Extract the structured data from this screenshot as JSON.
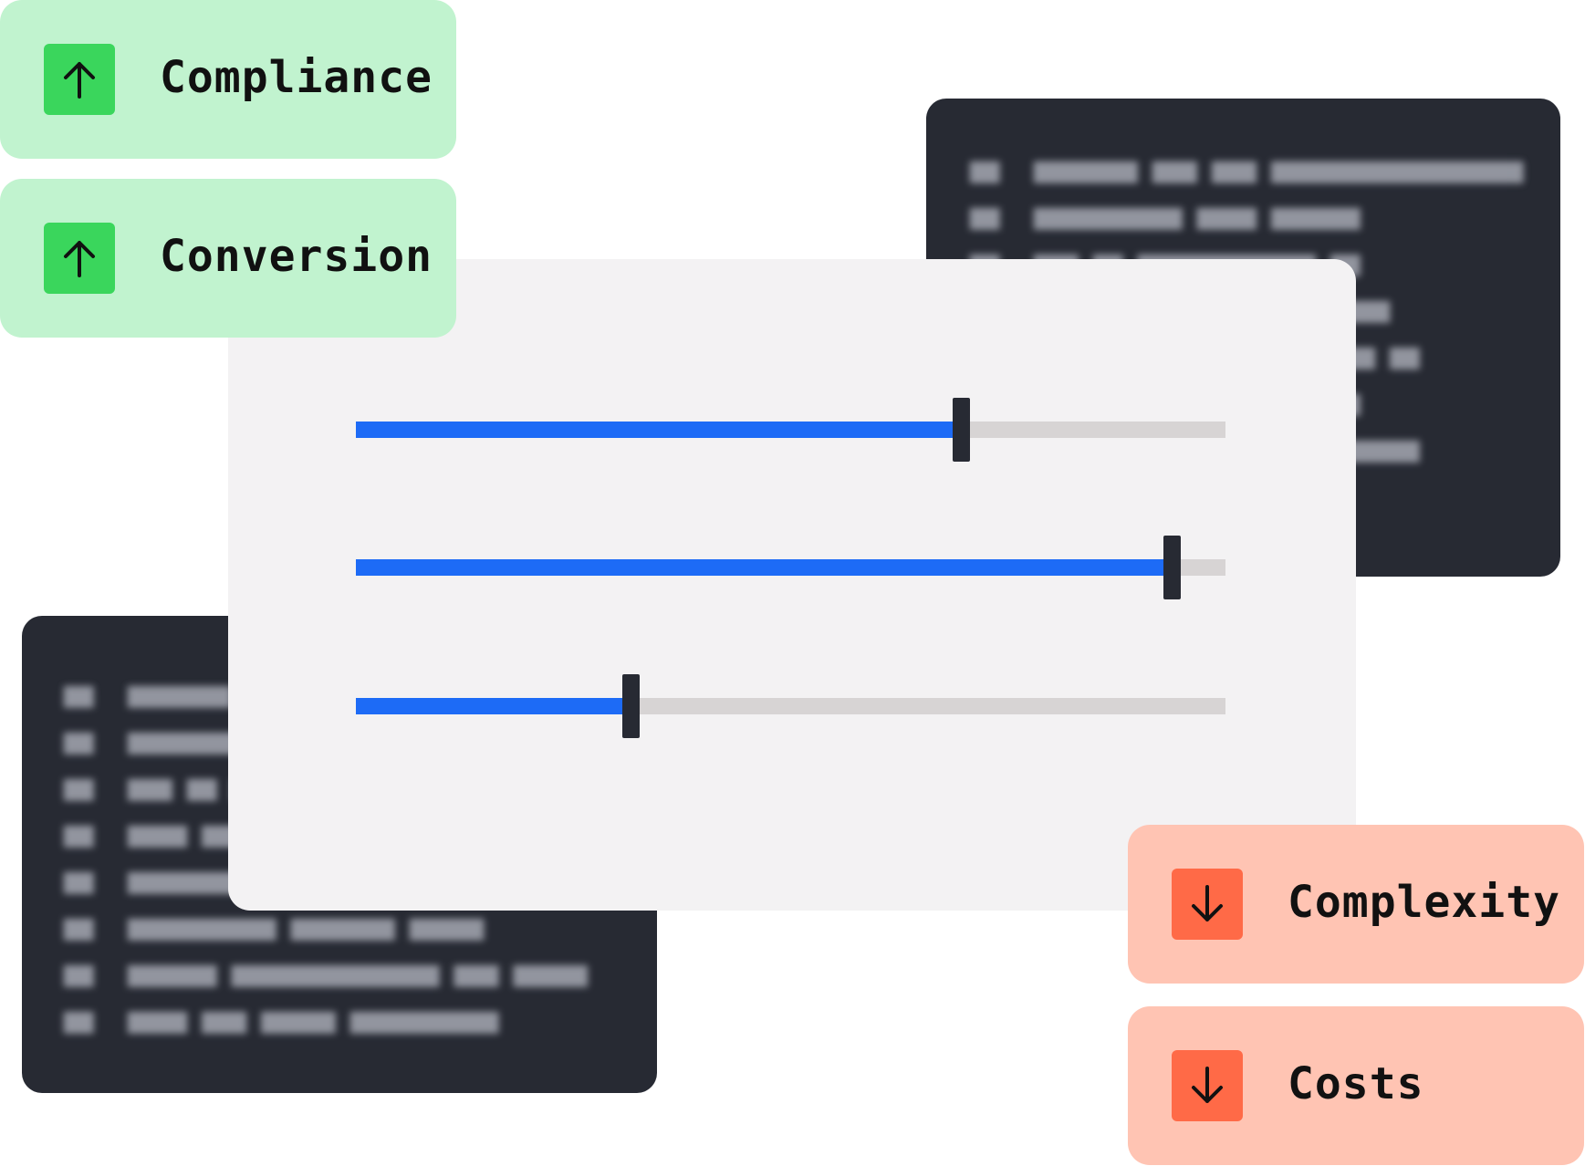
{
  "tags": [
    {
      "label": "Compliance",
      "direction": "up",
      "icon": "arrow-up-icon"
    },
    {
      "label": "Conversion",
      "direction": "up",
      "icon": "arrow-up-icon"
    },
    {
      "label": "Complexity",
      "direction": "down",
      "icon": "arrow-down-icon"
    },
    {
      "label": "Costs",
      "direction": "down",
      "icon": "arrow-down-icon"
    }
  ],
  "sliders": [
    {
      "value": 0.696
    },
    {
      "value": 0.938
    },
    {
      "value": 0.316
    }
  ],
  "colors": {
    "up_bg": "#c1f3cf",
    "up_icon": "#3ad65c",
    "down_bg": "#ffc4b3",
    "down_icon": "#ff6a47",
    "slider_fill": "#1d6bf6",
    "slider_track": "#d7d4d4",
    "panel_dark": "#272a33",
    "panel_light": "#f3f2f3"
  }
}
